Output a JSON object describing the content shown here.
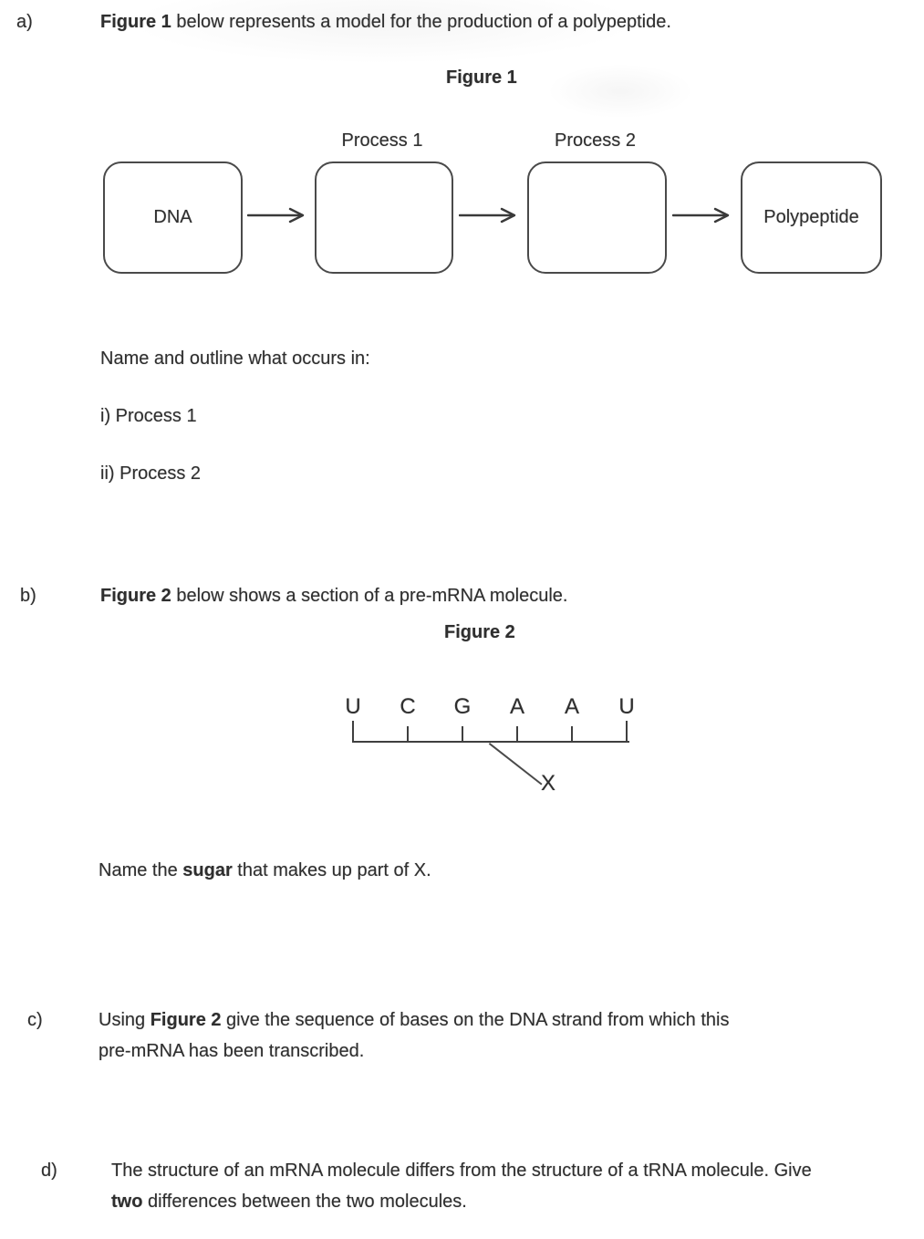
{
  "page": {
    "sections": {
      "a": {
        "label": "a)",
        "intro_bold": "Figure 1",
        "intro_rest": " below represents a model for the production of a polypeptide.",
        "prompt": "Name and outline what occurs in:",
        "item_i": "i) Process 1",
        "item_ii": "ii) Process 2"
      },
      "b": {
        "label": "b)",
        "intro_bold": "Figure 2",
        "intro_rest": " below shows a section of a pre-mRNA molecule.",
        "question_pre": "Name the ",
        "question_bold": "sugar",
        "question_post": " that makes up part of X."
      },
      "c": {
        "label": "c)",
        "line1_pre": "Using ",
        "line1_bold": "Figure 2",
        "line1_post": " give the sequence of bases on the DNA strand from which this",
        "line2": "pre-mRNA has been transcribed."
      },
      "d": {
        "label": "d)",
        "line1": "The structure of an mRNA molecule differs from the structure of a tRNA molecule. Give",
        "line2_bold": "two",
        "line2_rest": " differences between the two molecules."
      }
    },
    "figure1": {
      "title": "Figure 1",
      "process1_label": "Process 1",
      "process2_label": "Process 2",
      "boxes": [
        {
          "label": "DNA"
        },
        {
          "label": ""
        },
        {
          "label": ""
        },
        {
          "label": "Polypeptide"
        }
      ]
    },
    "figure2": {
      "title": "Figure 2",
      "bases": [
        "U",
        "C",
        "G",
        "A",
        "A",
        "U"
      ],
      "x_label": "X"
    },
    "colors": {
      "text": "#2e2e2e",
      "line": "#3f3f3f",
      "box_border": "#4a4a4a",
      "background": "#ffffff"
    }
  }
}
